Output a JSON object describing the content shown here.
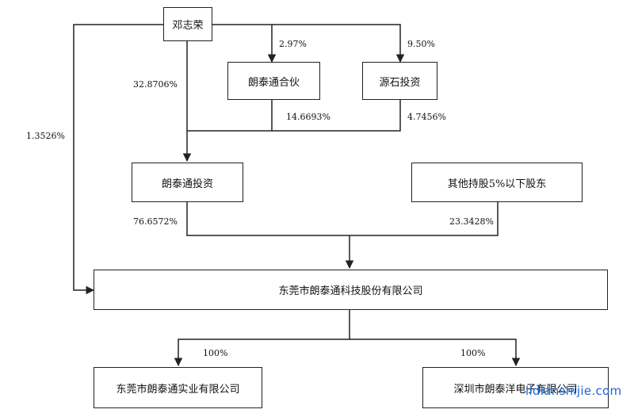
{
  "nodes": {
    "person": "邓志荣",
    "partnership": "朗泰通合伙",
    "yuanshi": "源石投资",
    "langtai_invest": "朗泰通投资",
    "other_holders": "其他持股5%以下股东",
    "company": "东莞市朗泰通科技股份有限公司",
    "sub_dongguan": "东莞市朗泰通实业有限公司",
    "sub_shenzhen": "深圳市朗泰洋电子有限公司"
  },
  "edges": {
    "person_to_partnership": "2.97%",
    "person_to_yuanshi": "9.50%",
    "person_to_langtai_invest": "32.8706%",
    "person_to_company": "1.3526%",
    "partnership_to_langtai_invest": "14.6693%",
    "yuanshi_to_langtai_invest": "4.7456%",
    "langtai_invest_to_company": "76.6572%",
    "others_to_company": "23.3428%",
    "company_to_sub_dongguan": "100%",
    "company_to_sub_shenzhen": "100%"
  },
  "watermark": "lidianshijie.com",
  "colors": {
    "line": "#222222",
    "watermark": "#1a66d6"
  }
}
